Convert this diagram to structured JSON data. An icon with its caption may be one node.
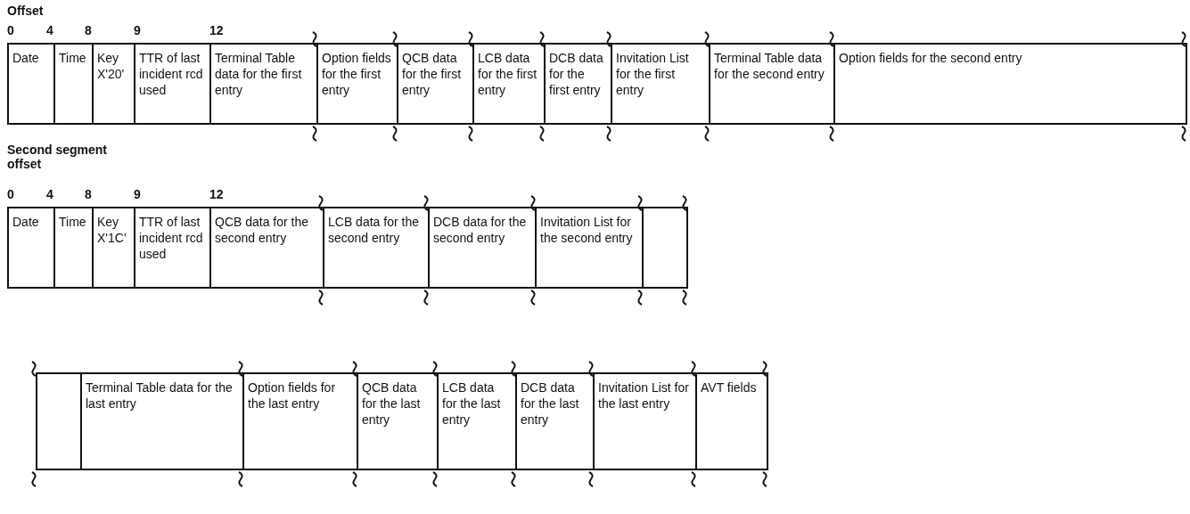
{
  "diagram": {
    "nodes": [
      {
        "text": [
          "Date"
        ]
      },
      {
        "text": [
          "Time"
        ]
      },
      {
        "text": [
          "Key X'20'"
        ]
      },
      {
        "text": [
          "TTR of last incident rcd used"
        ]
      },
      {
        "text": [
          "Terminal Table data for the first entry"
        ]
      },
      {
        "text": [
          "Option fields for the first entry"
        ]
      },
      {
        "text": [
          "QCB data for the first entry"
        ]
      },
      {
        "text": [
          "LCB data for the first entry"
        ]
      },
      {
        "text": [
          "DCB data for the first entry"
        ]
      },
      {
        "text": [
          "Invitation List for the first entry"
        ]
      },
      {
        "text": [
          "Terminal Table data for the second entry"
        ]
      },
      {
        "text": [
          "Option fields for the second entry"
        ]
      },
      {
        "text": [
          "Date"
        ]
      },
      {
        "text": [
          "Time"
        ]
      },
      {
        "text": [
          "Key X'1C'"
        ]
      },
      {
        "text": [
          "TTR of last incident rcd used"
        ]
      },
      {
        "text": [
          "QCB data for the second entry"
        ]
      },
      {
        "text": [
          "LCB data for the second entry"
        ]
      },
      {
        "text": [
          "DCB data for the second entry"
        ]
      },
      {
        "text": [
          "Invitation List for the second entry"
        ]
      },
      {
        "text": [],
        "shape": "box"
      },
      {
        "text": [],
        "shape": "box"
      },
      {
        "text": [
          "Terminal Table data for the last entry"
        ]
      },
      {
        "text": [
          "Option fields for the last entry"
        ]
      },
      {
        "text": [
          "QCB data for the last entry"
        ]
      },
      {
        "text": [
          "LCB data for the last entry"
        ]
      },
      {
        "text": [
          "DCB data for the last entry"
        ]
      },
      {
        "text": [
          "Invitation List for the last entry"
        ]
      },
      {
        "text": [
          "AVT fields"
        ]
      }
    ],
    "edges": [],
    "labels": [
      "Offset",
      "0",
      "4",
      "8",
      "9",
      "12",
      "Second segment offset",
      "0",
      "4",
      "8",
      "9",
      "12"
    ]
  }
}
